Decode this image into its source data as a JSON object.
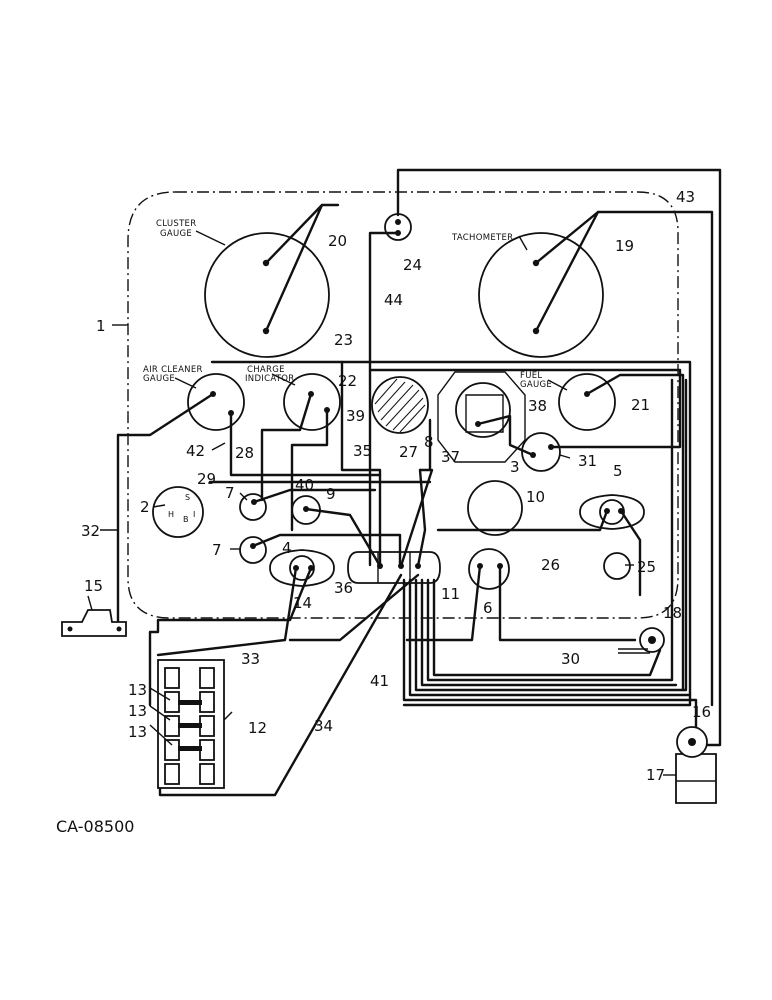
{
  "figure_code": "CA-08500",
  "gauge_labels": {
    "cluster_gauge": [
      "CLUSTER",
      "GAUGE"
    ],
    "tachometer": "TACHOMETER",
    "air_cleaner_gauge": [
      "AIR CLEANER",
      "GAUGE"
    ],
    "charge_indicator": [
      "CHARGE",
      "INDICATOR"
    ],
    "fuel_gauge": [
      "FUEL",
      "GAUGE"
    ]
  },
  "switch_terminals": [
    "S",
    "H",
    "B",
    "I"
  ],
  "callouts": [
    "1",
    "2",
    "3",
    "4",
    "5",
    "6",
    "7",
    "7",
    "8",
    "9",
    "10",
    "11",
    "12",
    "13",
    "13",
    "13",
    "14",
    "15",
    "16",
    "17",
    "18",
    "19",
    "20",
    "21",
    "22",
    "23",
    "24",
    "25",
    "26",
    "27",
    "28",
    "29",
    "30",
    "31",
    "32",
    "33",
    "34",
    "35",
    "36",
    "37",
    "38",
    "39",
    "40",
    "41",
    "42",
    "43",
    "44"
  ]
}
